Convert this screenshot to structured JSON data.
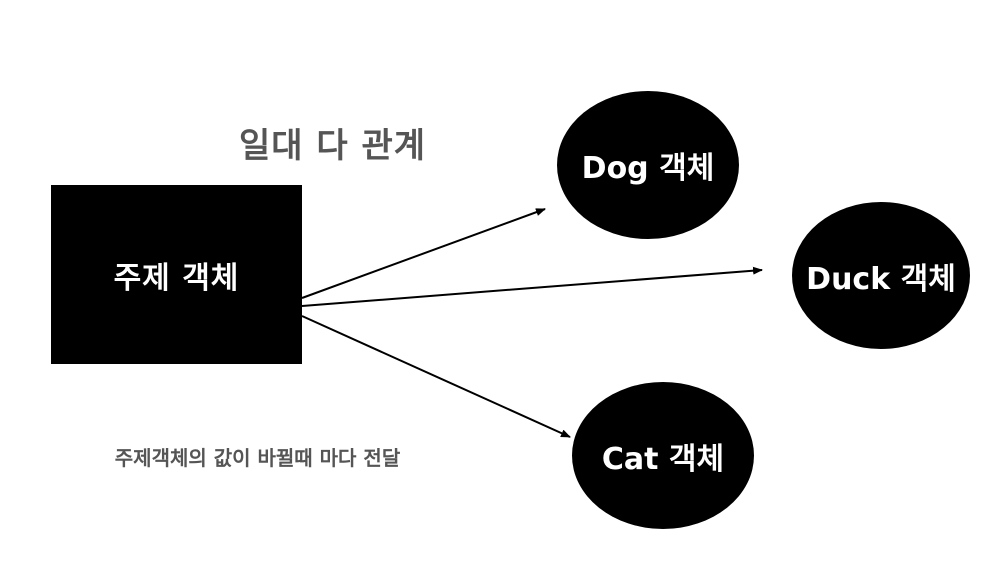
{
  "diagram": {
    "title": "일대 다 관계",
    "note": "주제객체의 값이 바뀔때 마다 전달",
    "subject": {
      "label": "주제 객체"
    },
    "observers": [
      {
        "id": "dog",
        "label": "Dog 객체"
      },
      {
        "id": "duck",
        "label": "Duck 객체"
      },
      {
        "id": "cat",
        "label": "Cat 객체"
      }
    ],
    "edges": [
      {
        "from": "subject",
        "to": "dog"
      },
      {
        "from": "subject",
        "to": "duck"
      },
      {
        "from": "subject",
        "to": "cat"
      }
    ],
    "colors": {
      "node_fill": "#000000",
      "node_text": "#ffffff",
      "caption_text": "#555555",
      "edge": "#000000"
    }
  }
}
